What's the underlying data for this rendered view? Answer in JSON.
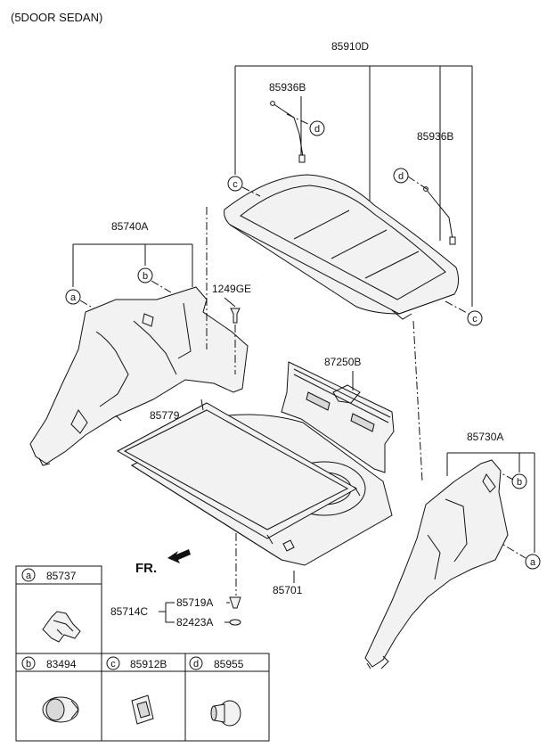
{
  "header": {
    "variant": "(5DOOR SEDAN)"
  },
  "parts": {
    "package_tray": "85910D",
    "clip_cable_left": "85936B",
    "clip_cable_right": "85936B",
    "trim_left": "85740A",
    "screw": "1249GE",
    "transverse_trim": "87250B",
    "mat": "85779",
    "trim_right": "85730A",
    "luggage_board": "85701",
    "assy": "85714C",
    "fastener_a": "85719A",
    "fastener_b": "82423A"
  },
  "direction": {
    "label": "FR."
  },
  "callouts": {
    "a": "a",
    "b": "b",
    "c": "c",
    "d": "d"
  },
  "legend": [
    {
      "letter": "a",
      "part": "85737"
    },
    {
      "letter": "b",
      "part": "83494"
    },
    {
      "letter": "c",
      "part": "85912B"
    },
    {
      "letter": "d",
      "part": "85955"
    }
  ]
}
